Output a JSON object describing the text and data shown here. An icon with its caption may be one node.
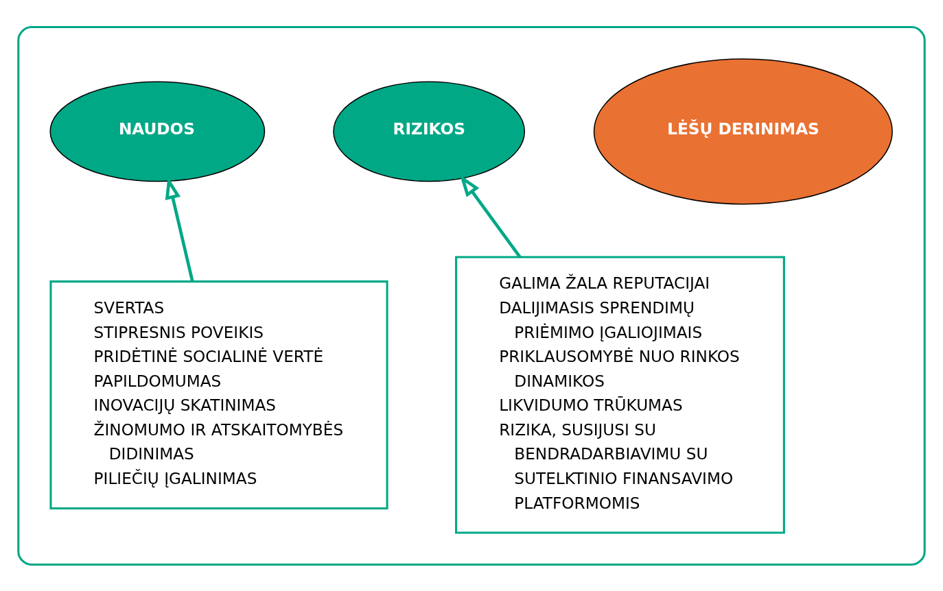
{
  "diagram": {
    "nodes": [
      {
        "text": [],
        "shape": "box"
      },
      {
        "text": [
          "NAUDOS"
        ],
        "in": 0
      },
      {
        "text": [
          "RIZIKOS"
        ],
        "in": 0
      },
      {
        "text": [
          "LĖŠŲ DERINIMAS"
        ],
        "in": 0
      },
      {
        "text": [
          "SVERTAS",
          "STIPRESNIS POVEIKIS",
          "PRIDĖTINĖ SOCIALINĖ VERTĖ",
          "PAPILDOMUMAS",
          "INOVACIJŲ SKATINIMAS",
          "ŽINOMUMO IR ATSKAITOMYBĖS DIDINIMAS",
          "PILIEČIŲ ĮGALINIMAS"
        ],
        "in": 0
      },
      {
        "text": [
          "GALIMA ŽALA REPUTACIJAI",
          "DALIJIMASIS SPRENDIMŲ PRIĖMIMO ĮGALIOJIMAIS",
          "PRIKLAUSOMYBĖ NUO RINKOS DINAMIKOS",
          "LIKVIDUMO TRŪKUMAS",
          "RIZIKA, SUSIJUSI SU BENDRADARBIAVIMU SU SUTELKTINIO FINANSAVIMO PLATFORMOMIS"
        ],
        "in": 0
      }
    ],
    "edges": [
      {
        "from": 4,
        "to": 1,
        "arrow": "to"
      },
      {
        "from": 5,
        "to": 2,
        "arrow": "to"
      }
    ]
  }
}
